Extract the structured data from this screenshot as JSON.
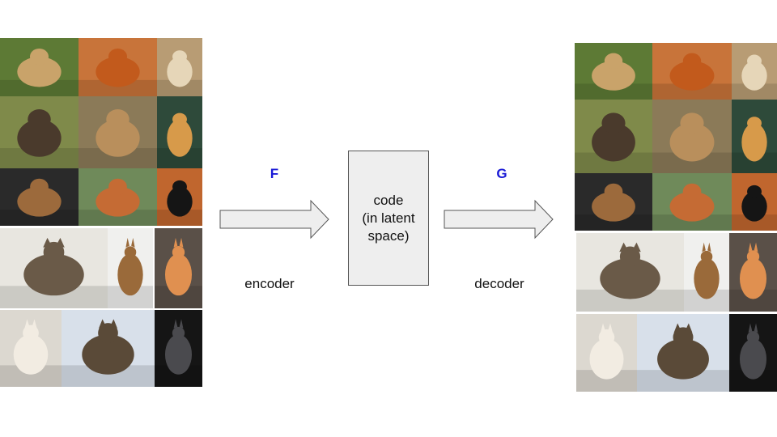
{
  "encoder": {
    "symbol": "F",
    "label": "encoder"
  },
  "decoder": {
    "symbol": "G",
    "label": "decoder"
  },
  "code": {
    "lines": [
      "code",
      "(in latent",
      "space)"
    ]
  },
  "colors": {
    "symbol": "#1a1ad6",
    "box_fill": "#eeeeee",
    "arrow_fill": "#eeeeee"
  },
  "input_photos": [
    {
      "subject": "golden retriever face",
      "bg": "#5d7a35",
      "fg": "#c9a36a"
    },
    {
      "subject": "red golden retriever",
      "bg": "#c8743a",
      "fg": "#c25a1c"
    },
    {
      "subject": "fluffy cream dog",
      "bg": "#b89c74",
      "fg": "#e6d6b8"
    },
    {
      "subject": "yorkshire terrier",
      "bg": "#7f8a4a",
      "fg": "#4a3a2c"
    },
    {
      "subject": "boxer dog",
      "bg": "#8b7a58",
      "fg": "#b98f5c"
    },
    {
      "subject": "pomeranian",
      "bg": "#2e4a3a",
      "fg": "#d79a4a"
    },
    {
      "subject": "beagle lying",
      "bg": "#2a2a2a",
      "fg": "#9c6a3c"
    },
    {
      "subject": "basset hound",
      "bg": "#6f8a5a",
      "fg": "#c56b34"
    },
    {
      "subject": "black newfoundland",
      "bg": "#c0662e",
      "fg": "#151515"
    },
    {
      "subject": "tabby cat lying",
      "bg": "#e8e6e0",
      "fg": "#6a5a48"
    },
    {
      "subject": "abyssinian cat",
      "bg": "#f0f0ee",
      "fg": "#9a6a3a"
    },
    {
      "subject": "orange white cat",
      "bg": "#5a5048",
      "fg": "#e09050"
    },
    {
      "subject": "siamese cat",
      "bg": "#dcd8d0",
      "fg": "#f2ece2"
    },
    {
      "subject": "tabby cat in snow",
      "bg": "#d8e0ea",
      "fg": "#5a4a38"
    },
    {
      "subject": "grey cat dark",
      "bg": "#151515",
      "fg": "#4a4a4e"
    }
  ],
  "output_photos": [
    {
      "subject": "golden retriever face",
      "bg": "#5d7a35",
      "fg": "#c9a36a"
    },
    {
      "subject": "red golden retriever",
      "bg": "#c8743a",
      "fg": "#c25a1c"
    },
    {
      "subject": "fluffy cream dog",
      "bg": "#b89c74",
      "fg": "#e6d6b8"
    },
    {
      "subject": "yorkshire terrier",
      "bg": "#7f8a4a",
      "fg": "#4a3a2c"
    },
    {
      "subject": "boxer dog",
      "bg": "#8b7a58",
      "fg": "#b98f5c"
    },
    {
      "subject": "pomeranian",
      "bg": "#2e4a3a",
      "fg": "#d79a4a"
    },
    {
      "subject": "beagle lying",
      "bg": "#2a2a2a",
      "fg": "#9c6a3c"
    },
    {
      "subject": "basset hound",
      "bg": "#6f8a5a",
      "fg": "#c56b34"
    },
    {
      "subject": "black newfoundland",
      "bg": "#c0662e",
      "fg": "#151515"
    },
    {
      "subject": "tabby cat lying",
      "bg": "#e8e6e0",
      "fg": "#6a5a48"
    },
    {
      "subject": "abyssinian cat",
      "bg": "#f0f0ee",
      "fg": "#9a6a3a"
    },
    {
      "subject": "orange white cat",
      "bg": "#5a5048",
      "fg": "#e09050"
    },
    {
      "subject": "siamese cat",
      "bg": "#dcd8d0",
      "fg": "#f2ece2"
    },
    {
      "subject": "tabby cat in snow",
      "bg": "#d8e0ea",
      "fg": "#5a4a38"
    },
    {
      "subject": "grey cat dark",
      "bg": "#151515",
      "fg": "#4a4a4e"
    }
  ]
}
